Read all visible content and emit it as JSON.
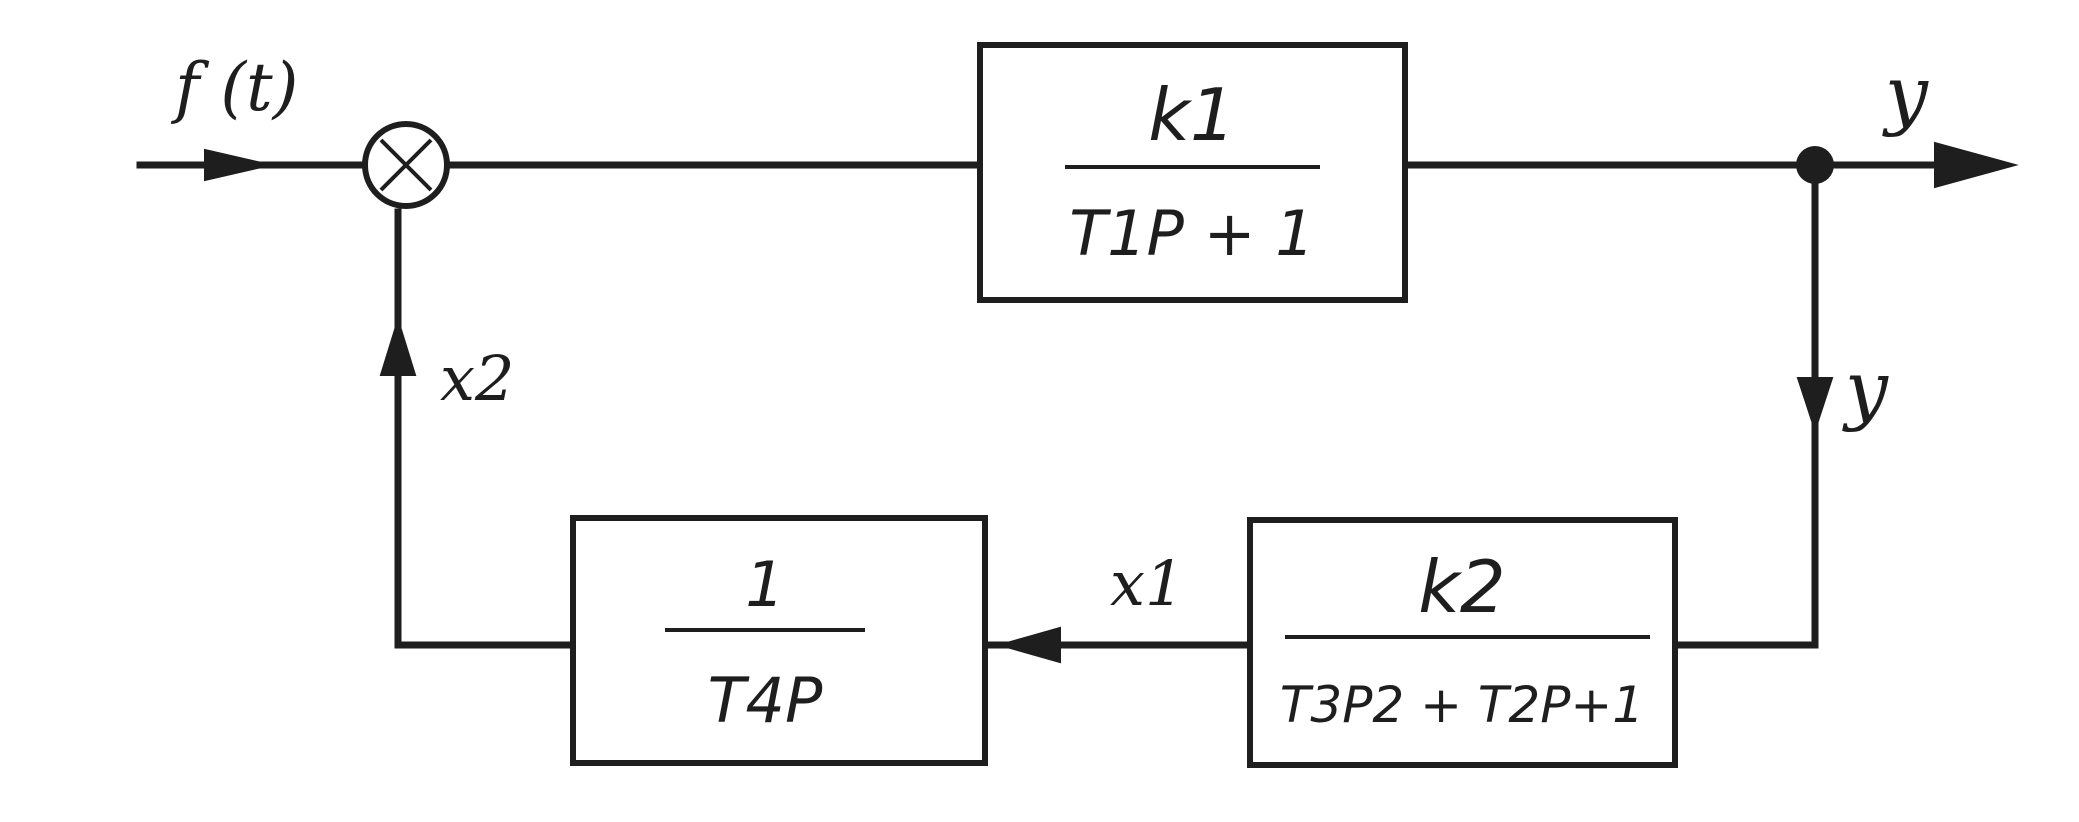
{
  "signals": {
    "input": "f (t)",
    "output": "y",
    "branch": "y",
    "x1": "x1",
    "x2": "x2"
  },
  "blocks": {
    "forward": {
      "numerator": "k1",
      "denominator": "T1P + 1"
    },
    "feedback_plant": {
      "numerator": "k2",
      "denominator": "T3P2 + T2P+1"
    },
    "integrator": {
      "numerator": "1",
      "denominator": "T4P"
    }
  },
  "colors": {
    "ink": "#1e1e1e",
    "background": "#ffffff"
  }
}
